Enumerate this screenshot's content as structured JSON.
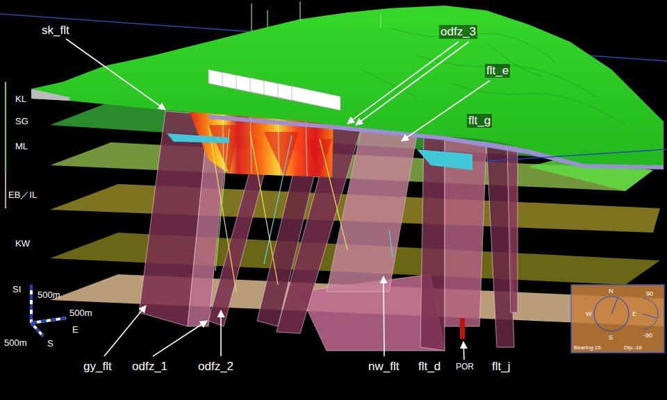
{
  "diagram": {
    "labels": [
      "KL",
      "SG",
      "ML",
      "EB／IL",
      "KW",
      "SI",
      "500m",
      "500m",
      "E",
      "500m",
      "S",
      "sk_flt",
      "odfz_3",
      "flt_e",
      "flt_g",
      "gy_flt",
      "odfz_1",
      "odfz_2",
      "nw_flt",
      "flt_d",
      "POR",
      "flt_j",
      "N",
      "E",
      "S",
      "W",
      "90",
      "-90",
      "Bearing:15",
      "Dip:-18"
    ]
  }
}
